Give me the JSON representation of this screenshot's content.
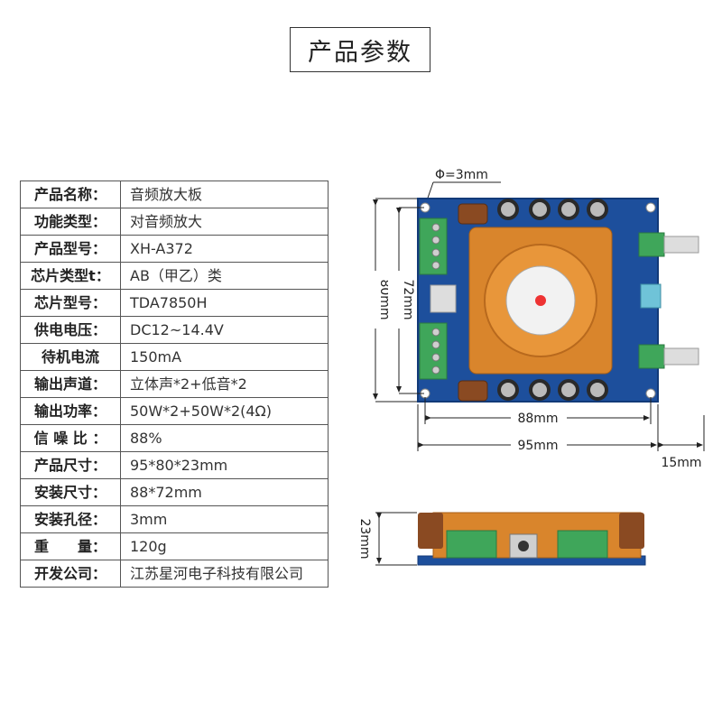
{
  "title": "产品参数",
  "specs": [
    {
      "key": "产品名称：",
      "value": "音频放大板"
    },
    {
      "key": "功能类型：",
      "value": "对音频放大"
    },
    {
      "key": "产品型号：",
      "value": "XH-A372"
    },
    {
      "key": "芯片类型t：",
      "value": "AB（甲乙）类"
    },
    {
      "key": "芯片型号：",
      "value": "TDA7850H"
    },
    {
      "key": "供电电压：",
      "value": "DC12~14.4V"
    },
    {
      "key": "待机电流",
      "value": "150mA"
    },
    {
      "key": "输出声道：",
      "value": "立体声*2+低音*2"
    },
    {
      "key": "输出功率：",
      "value": "50W*2+50W*2(4Ω)"
    },
    {
      "key": "信 噪 比 ：",
      "value": "88%"
    },
    {
      "key": "产品尺寸：",
      "value": "95*80*23mm"
    },
    {
      "key": "安装尺寸：",
      "value": "88*72mm"
    },
    {
      "key": "安装孔径：",
      "value": "3mm"
    },
    {
      "key": "重　　量：",
      "value": "120g"
    },
    {
      "key": "开发公司：",
      "value": "江苏星河电子科技有限公司"
    }
  ],
  "dimensions": {
    "hole": "Φ=3mm",
    "height_outer": "80mm",
    "height_inner": "72mm",
    "width_inner": "88mm",
    "width_outer": "95mm",
    "side_extra": "15mm",
    "thickness": "23mm"
  },
  "colors": {
    "pcb": "#1d4f9c",
    "heatsink": "#e8963a",
    "terminal": "#3fa65a",
    "capacitor": "#2a2a2a"
  }
}
